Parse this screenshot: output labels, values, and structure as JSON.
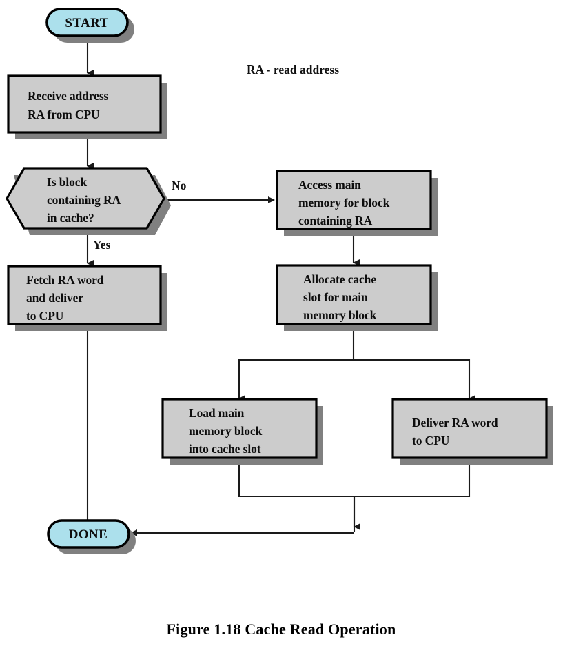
{
  "figure": {
    "caption": "Figure 1.18   Cache Read Operation",
    "legend": "RA - read address",
    "colors": {
      "terminator_fill": "#ace0ec",
      "process_fill": "#cccccc",
      "shadow": "#808080",
      "outline": "#000000",
      "connector": "#1a1a1a",
      "background": "#ffffff"
    }
  },
  "nodes": {
    "start": {
      "label": "START",
      "shape": "terminator"
    },
    "receive": {
      "line1": "Receive address",
      "line2": "RA from CPU",
      "shape": "process"
    },
    "decision": {
      "line1": "Is block",
      "line2": "containing RA",
      "line3": "in cache?",
      "shape": "hexagon"
    },
    "fetch": {
      "line1": "Fetch RA word",
      "line2": "and deliver",
      "line3": "to CPU",
      "shape": "process"
    },
    "access": {
      "line1": "Access main",
      "line2": "memory for block",
      "line3": "containing RA",
      "shape": "process"
    },
    "allocate": {
      "line1": "Allocate cache",
      "line2": "slot for main",
      "line3": "memory block",
      "shape": "process"
    },
    "load": {
      "line1": "Load main",
      "line2": "memory block",
      "line3": "into cache slot",
      "shape": "process"
    },
    "deliver": {
      "line1": "Deliver RA word",
      "line2": "to CPU",
      "shape": "process"
    },
    "done": {
      "label": "DONE",
      "shape": "terminator"
    }
  },
  "edge_labels": {
    "no": "No",
    "yes": "Yes"
  }
}
